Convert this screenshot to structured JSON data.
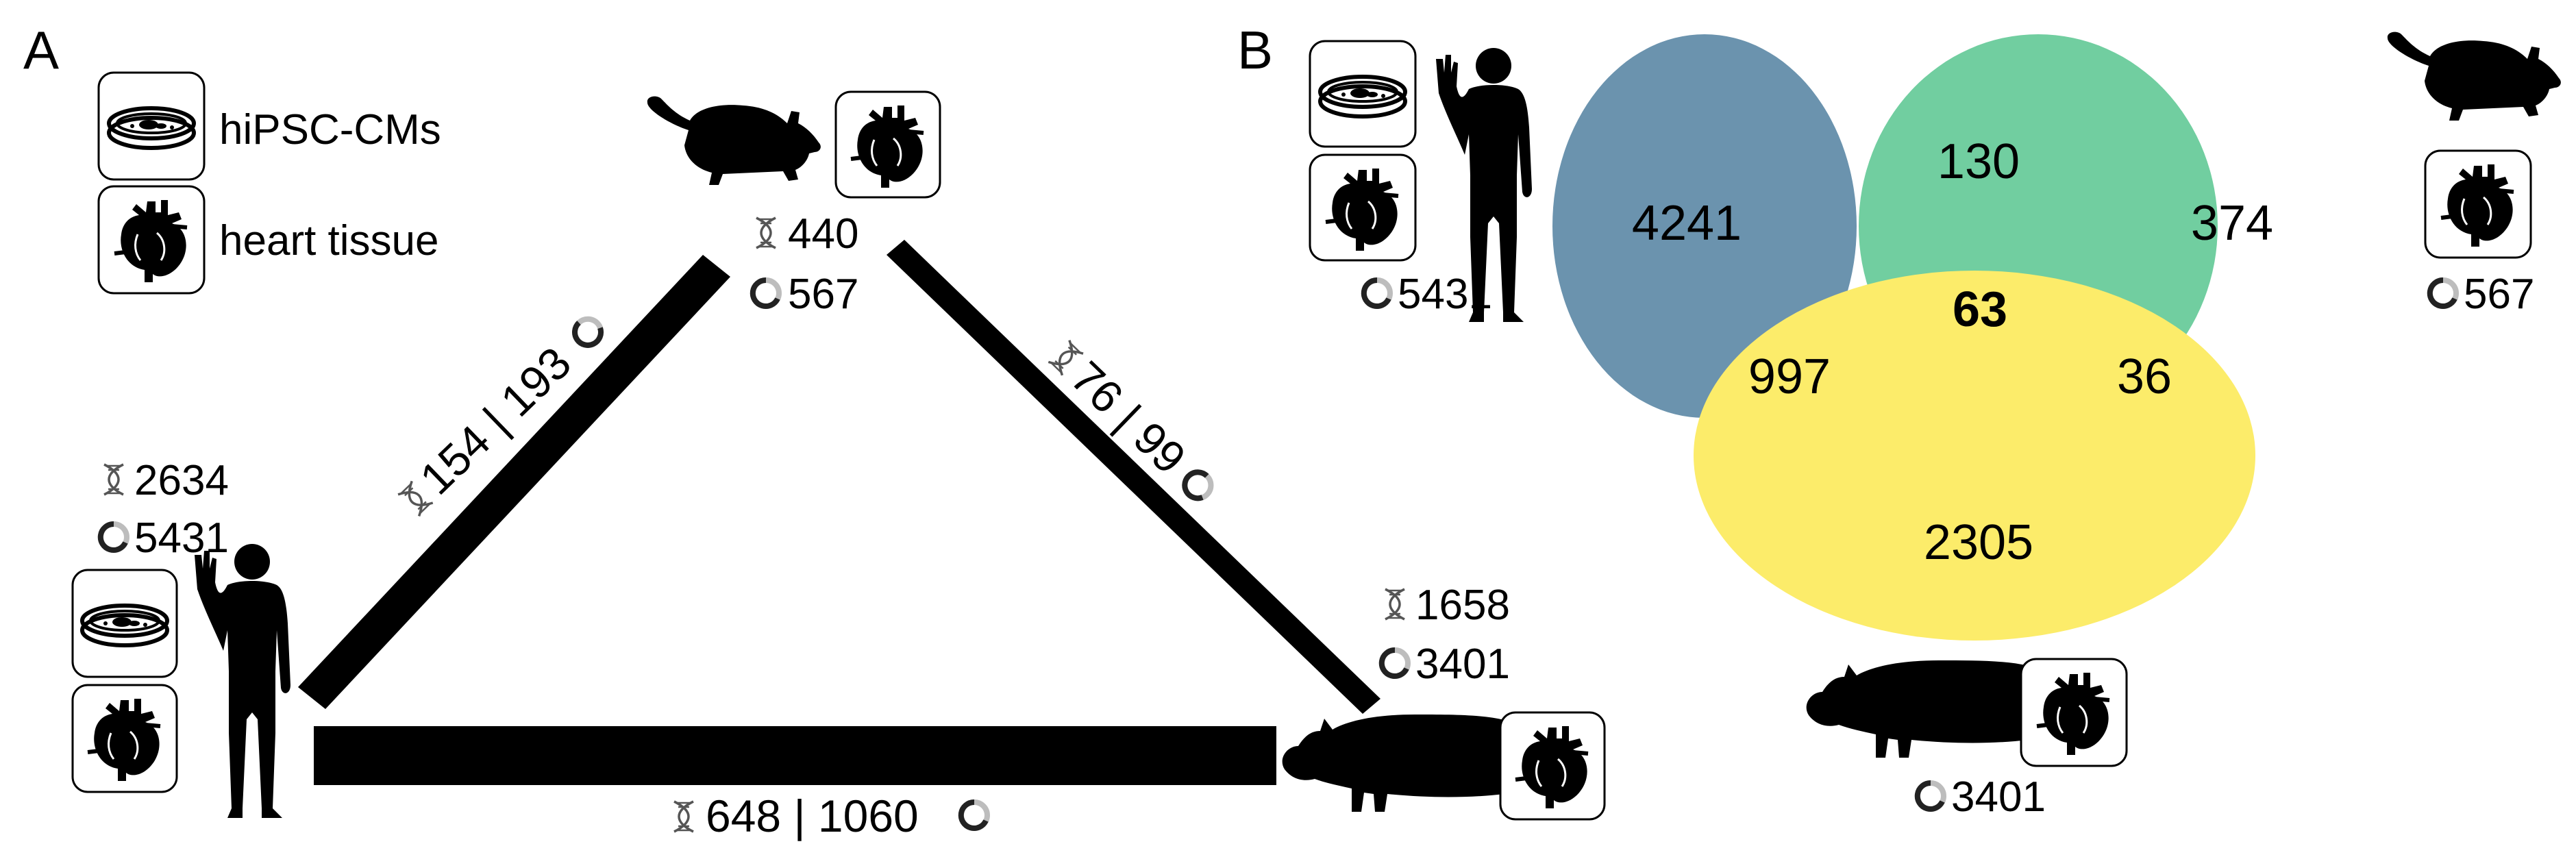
{
  "panel_a": {
    "letter": "A",
    "legend": [
      {
        "icon": "petri-dish-icon",
        "label": "hiPSC-CMs"
      },
      {
        "icon": "heart-icon",
        "label": "heart tissue"
      }
    ],
    "nodes": {
      "human": {
        "dna": "2634",
        "circ": "5431"
      },
      "mouse": {
        "dna": "440",
        "circ": "567"
      },
      "pig": {
        "dna": "1658",
        "circ": "3401"
      }
    },
    "edges": {
      "human_mouse": "154 | 193",
      "mouse_pig": "76 | 99",
      "human_pig": "648 | 1060"
    }
  },
  "panel_b": {
    "letter": "B",
    "sets": {
      "human": {
        "total": "5431",
        "color": "#6b93ae"
      },
      "mouse": {
        "total": "567",
        "color": "#71cea0"
      },
      "pig": {
        "total": "3401",
        "color": "#fcec6a"
      }
    },
    "regions": {
      "human_only": "4241",
      "mouse_only": "374",
      "pig_only": "2305",
      "human_mouse": "130",
      "human_pig": "997",
      "mouse_pig": "36",
      "all": "63"
    }
  }
}
